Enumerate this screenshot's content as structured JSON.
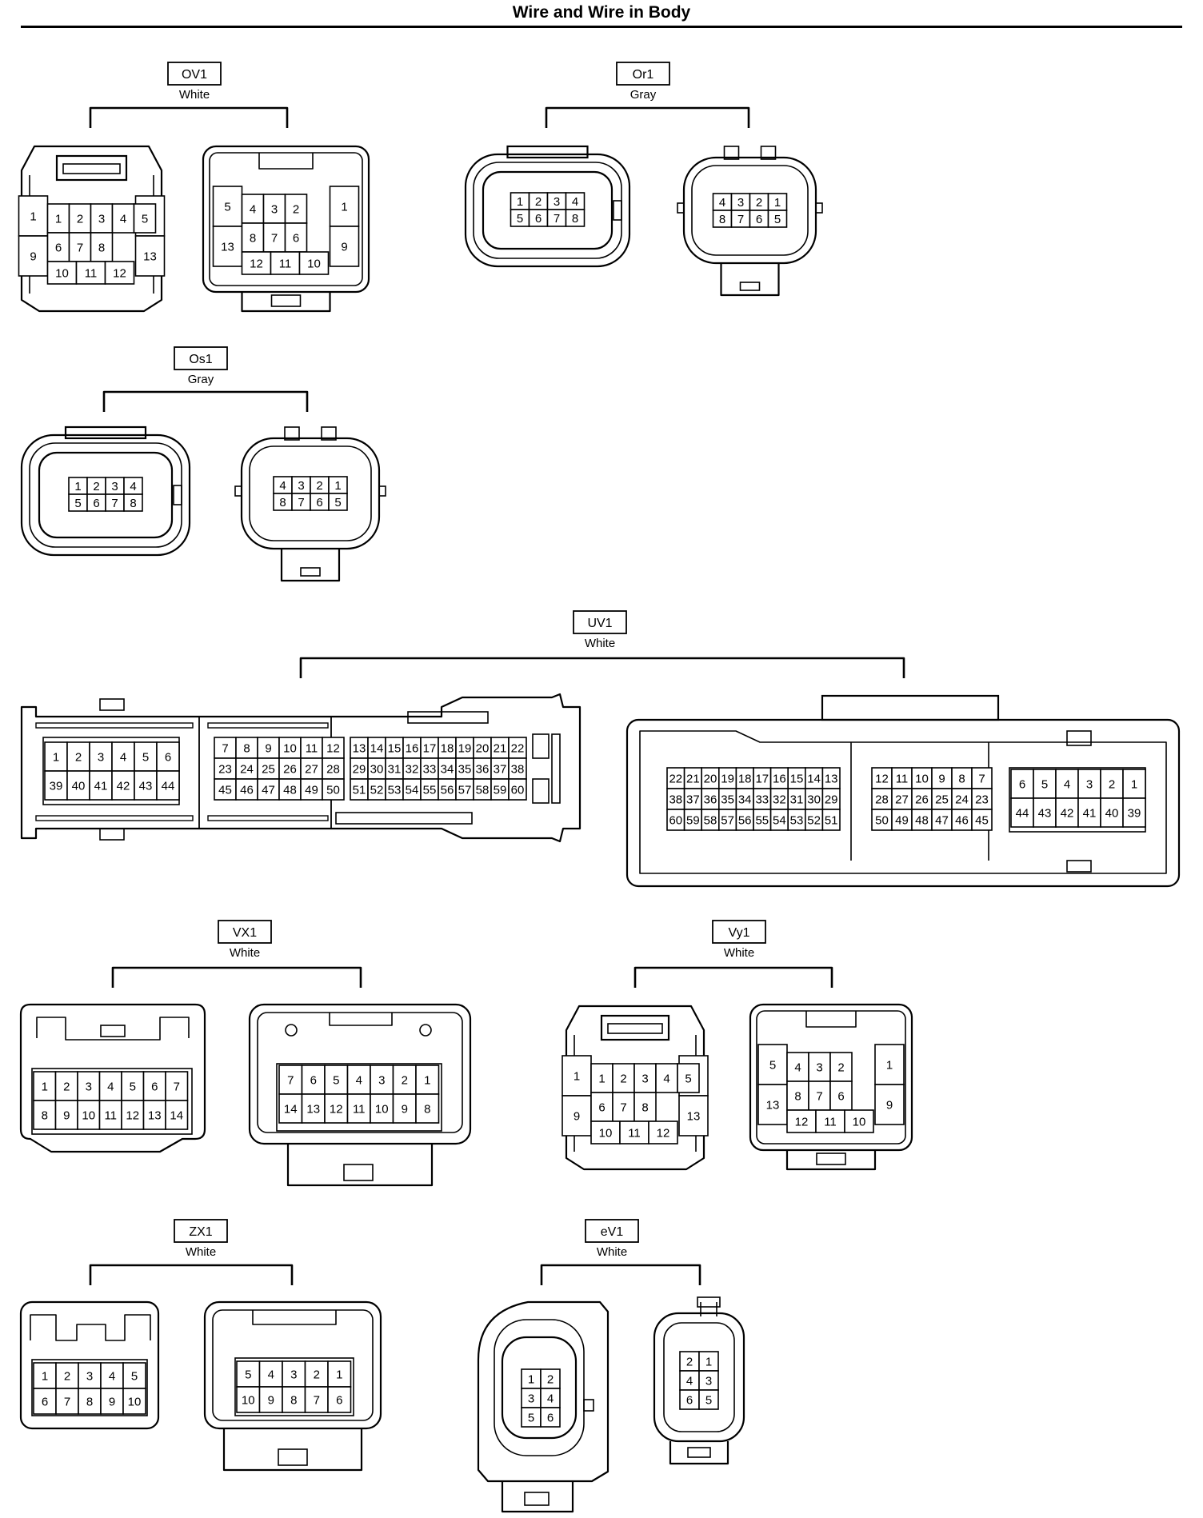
{
  "page": {
    "title": "Wire and Wire in Body"
  },
  "groups": [
    {
      "code": "OV1",
      "color": "White"
    },
    {
      "code": "Or1",
      "color": "Gray"
    },
    {
      "code": "Os1",
      "color": "Gray"
    },
    {
      "code": "UV1",
      "color": "White"
    },
    {
      "code": "VX1",
      "color": "White"
    },
    {
      "code": "Vy1",
      "color": "White"
    },
    {
      "code": "ZX1",
      "color": "White"
    },
    {
      "code": "eV1",
      "color": "White"
    }
  ],
  "connectors": [
    {
      "id": "ov1-female",
      "pins": [
        [
          "1",
          "2",
          "3",
          "4",
          "5"
        ],
        [
          "9",
          "6",
          "7",
          "8",
          "13"
        ],
        [
          "10",
          "11",
          "12"
        ]
      ]
    },
    {
      "id": "ov1-male",
      "pins": [
        [
          "5",
          "4",
          "3",
          "2",
          "1"
        ],
        [
          "13",
          "8",
          "7",
          "6",
          "9"
        ],
        [
          "12",
          "11",
          "10"
        ]
      ]
    },
    {
      "id": "or1-female",
      "pins": [
        [
          "1",
          "2",
          "3",
          "4"
        ],
        [
          "5",
          "6",
          "7",
          "8"
        ]
      ]
    },
    {
      "id": "or1-male",
      "pins": [
        [
          "4",
          "3",
          "2",
          "1"
        ],
        [
          "8",
          "7",
          "6",
          "5"
        ]
      ]
    },
    {
      "id": "os1-female",
      "pins": [
        [
          "1",
          "2",
          "3",
          "4"
        ],
        [
          "5",
          "6",
          "7",
          "8"
        ]
      ]
    },
    {
      "id": "os1-male",
      "pins": [
        [
          "4",
          "3",
          "2",
          "1"
        ],
        [
          "8",
          "7",
          "6",
          "5"
        ]
      ]
    },
    {
      "id": "uv1-female",
      "pins": [
        [
          "1",
          "2",
          "3",
          "4",
          "5",
          "6"
        ],
        [
          "39",
          "40",
          "41",
          "42",
          "43",
          "44"
        ],
        [
          "7",
          "8",
          "9",
          "10",
          "11",
          "12"
        ],
        [
          "23",
          "24",
          "25",
          "26",
          "27",
          "28"
        ],
        [
          "45",
          "46",
          "47",
          "48",
          "49",
          "50"
        ],
        [
          "13",
          "14",
          "15",
          "16",
          "17",
          "18",
          "19",
          "20",
          "21",
          "22"
        ],
        [
          "29",
          "30",
          "31",
          "32",
          "33",
          "34",
          "35",
          "36",
          "37",
          "38"
        ],
        [
          "51",
          "52",
          "53",
          "54",
          "55",
          "56",
          "57",
          "58",
          "59",
          "60"
        ]
      ]
    },
    {
      "id": "uv1-male",
      "pins": [
        [
          "22",
          "21",
          "20",
          "19",
          "18",
          "17",
          "16",
          "15",
          "14",
          "13"
        ],
        [
          "38",
          "37",
          "36",
          "35",
          "34",
          "33",
          "32",
          "31",
          "30",
          "29"
        ],
        [
          "60",
          "59",
          "58",
          "57",
          "56",
          "55",
          "54",
          "53",
          "52",
          "51"
        ],
        [
          "12",
          "11",
          "10",
          "9",
          "8",
          "7"
        ],
        [
          "28",
          "27",
          "26",
          "25",
          "24",
          "23"
        ],
        [
          "50",
          "49",
          "48",
          "47",
          "46",
          "45"
        ],
        [
          "6",
          "5",
          "4",
          "3",
          "2",
          "1"
        ],
        [
          "44",
          "43",
          "42",
          "41",
          "40",
          "39"
        ]
      ]
    },
    {
      "id": "vx1-female",
      "pins": [
        [
          "1",
          "2",
          "3",
          "4",
          "5",
          "6",
          "7"
        ],
        [
          "8",
          "9",
          "10",
          "11",
          "12",
          "13",
          "14"
        ]
      ]
    },
    {
      "id": "vx1-male",
      "pins": [
        [
          "7",
          "6",
          "5",
          "4",
          "3",
          "2",
          "1"
        ],
        [
          "14",
          "13",
          "12",
          "11",
          "10",
          "9",
          "8"
        ]
      ]
    },
    {
      "id": "vy1-female",
      "pins": [
        [
          "1",
          "2",
          "3",
          "4",
          "5"
        ],
        [
          "9",
          "6",
          "7",
          "8",
          "13"
        ],
        [
          "10",
          "11",
          "12"
        ]
      ]
    },
    {
      "id": "vy1-male",
      "pins": [
        [
          "5",
          "4",
          "3",
          "2",
          "1"
        ],
        [
          "13",
          "8",
          "7",
          "6",
          "9"
        ],
        [
          "12",
          "11",
          "10"
        ]
      ]
    },
    {
      "id": "zx1-female",
      "pins": [
        [
          "1",
          "2",
          "3",
          "4",
          "5"
        ],
        [
          "6",
          "7",
          "8",
          "9",
          "10"
        ]
      ]
    },
    {
      "id": "zx1-male",
      "pins": [
        [
          "5",
          "4",
          "3",
          "2",
          "1"
        ],
        [
          "10",
          "9",
          "8",
          "7",
          "6"
        ]
      ]
    },
    {
      "id": "ev1-female",
      "pins": [
        [
          "1",
          "2"
        ],
        [
          "3",
          "4"
        ],
        [
          "5",
          "6"
        ]
      ]
    },
    {
      "id": "ev1-male",
      "pins": [
        [
          "2",
          "1"
        ],
        [
          "4",
          "3"
        ],
        [
          "6",
          "5"
        ]
      ]
    }
  ]
}
